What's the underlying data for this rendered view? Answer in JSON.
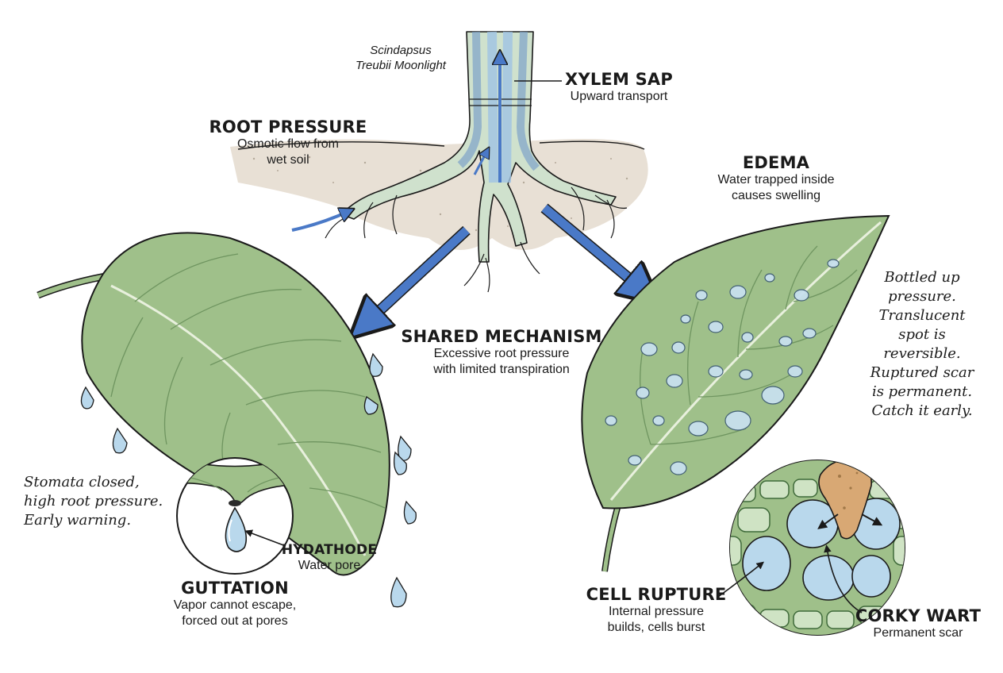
{
  "species": [
    "Scindapsus",
    "Treubii Moonlight"
  ],
  "xylem": {
    "title": "XYLEM SAP",
    "lines": [
      "Upward transport"
    ]
  },
  "root_pressure": {
    "title": "ROOT PRESSURE",
    "lines": [
      "Osmotic flow from",
      "wet soil"
    ]
  },
  "edema": {
    "title": "EDEMA",
    "lines": [
      "Water trapped inside",
      "causes swelling"
    ]
  },
  "shared": {
    "title": "SHARED MECHANISM",
    "lines": [
      "Excessive root pressure",
      "with limited transpiration"
    ]
  },
  "hydathode": {
    "title": "HYDATHODE",
    "lines": [
      "Water pore"
    ]
  },
  "guttation": {
    "title": "GUTTATION",
    "lines": [
      "Vapor cannot escape,",
      "forced out at pores"
    ]
  },
  "cell_rupture": {
    "title": "CELL RUPTURE",
    "lines": [
      "Internal pressure",
      "builds, cells burst"
    ]
  },
  "corky_wart": {
    "title": "CORKY WART",
    "lines": [
      "Permanent scar"
    ]
  },
  "note_left": [
    "Stomata closed,",
    "high root pressure.",
    "Early warning."
  ],
  "note_right": [
    "Bottled up",
    "pressure.",
    "Translucent",
    "spot is",
    "reversible.",
    "Ruptured scar",
    "is permanent.",
    "Catch it early."
  ],
  "colors": {
    "leaf": "#9fc08a",
    "leaf_dark": "#6f9560",
    "water": "#b9d8ec",
    "arrow": "#4a79c7",
    "soil": "#e6ddd0",
    "cork": "#d8a874",
    "outline": "#1a1a1a"
  },
  "icons": [
    "arrow-icon",
    "water-drop-icon"
  ]
}
